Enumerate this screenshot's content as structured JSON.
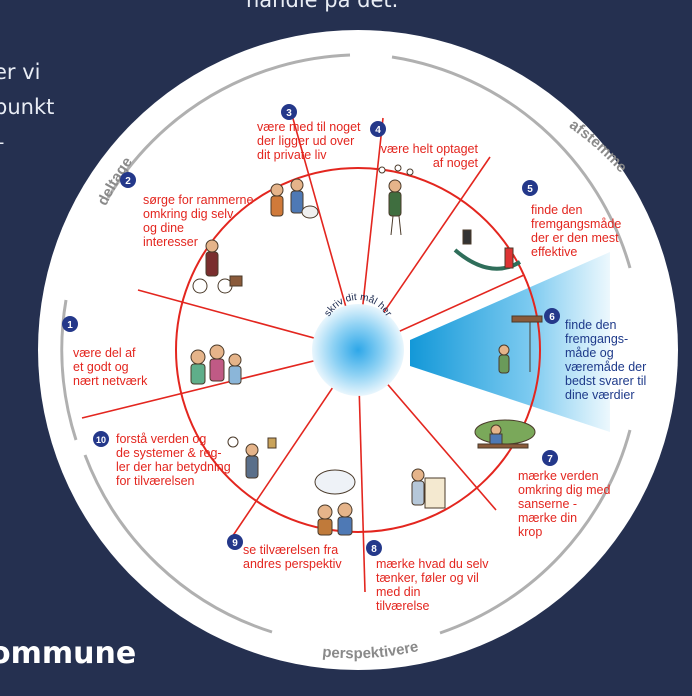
{
  "background_text": {
    "top": "handle på det.",
    "left_line1": "er vi",
    "left_line2": "punkt",
    "left_line3": "–"
  },
  "brand_text": "ommune",
  "wheel": {
    "center_text": "skriv dit mål her",
    "sections": {
      "deltage": "deltage",
      "afstemme": "afstemme",
      "perspektivere": "perspektivere"
    },
    "items": [
      {
        "num": "1",
        "text": "være del af\net godt og\nnært netværk"
      },
      {
        "num": "2",
        "text": "sørge for rammerne\nomkring dig selv\nog dine\ninteresser"
      },
      {
        "num": "3",
        "text": "være med til noget\nder ligger ud over\ndit private liv"
      },
      {
        "num": "4",
        "text": "være helt optaget\naf noget"
      },
      {
        "num": "5",
        "text": "finde den\nfremgangsmåde\nder er den mest\neffektive"
      },
      {
        "num": "6",
        "text": "finde den\nfremgangs-\nmåde og\nværemåde der\nbedst svarer til\ndine værdier"
      },
      {
        "num": "7",
        "text": "mærke verden\nomkring dig med\nsanserne -\nmærke din\nkrop"
      },
      {
        "num": "8",
        "text": "mærke hvad du selv\ntænker, føler og vil\nmed din\ntilværelse"
      },
      {
        "num": "9",
        "text": "se tilværelsen fra\nandres perspektiv"
      },
      {
        "num": "10",
        "text": "forstå verden og\nde systemer & reg-\nler der har betydning\nfor tilværelsen"
      }
    ]
  },
  "colors": {
    "background": "#253050",
    "ring": "#e3261f",
    "highlight": "#1ea3e0",
    "badge": "#24388a"
  }
}
